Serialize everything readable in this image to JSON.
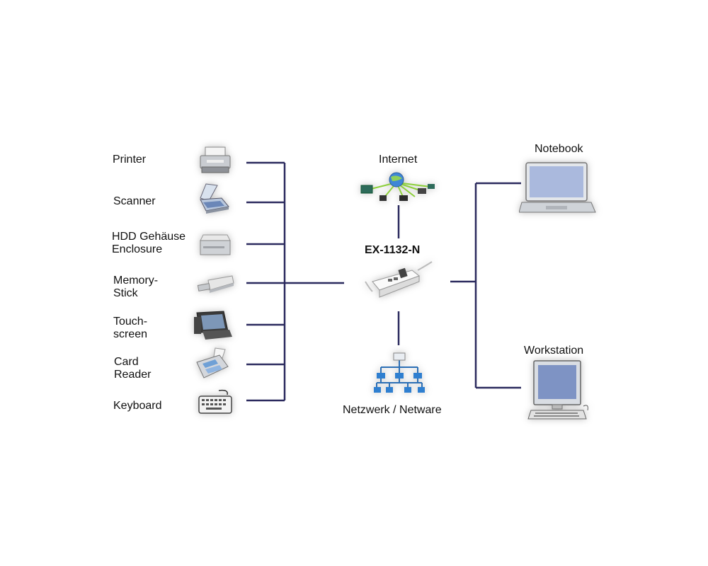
{
  "colors": {
    "line": "#2b2a5e",
    "screen": "#a9b9e0",
    "device": "#d9dde3"
  },
  "devices": [
    {
      "id": "printer",
      "label_lines": [
        "Printer"
      ],
      "icon": "printer-icon"
    },
    {
      "id": "scanner",
      "label_lines": [
        "Scanner"
      ],
      "icon": "scanner-icon"
    },
    {
      "id": "hdd",
      "label_lines": [
        "HDD Gehäuse",
        "Enclosure"
      ],
      "icon": "hdd-enclosure-icon"
    },
    {
      "id": "memory",
      "label_lines": [
        "Memory-",
        "Stick"
      ],
      "icon": "usb-stick-icon"
    },
    {
      "id": "touch",
      "label_lines": [
        "Touch-",
        "screen"
      ],
      "icon": "touchscreen-icon"
    },
    {
      "id": "card",
      "label_lines": [
        "Card",
        "Reader"
      ],
      "icon": "card-reader-icon"
    },
    {
      "id": "keyboard",
      "label_lines": [
        "Keyboard"
      ],
      "icon": "keyboard-icon"
    }
  ],
  "center": {
    "label": "EX-1132-N",
    "icon": "usb-server-icon"
  },
  "internet": {
    "label": "Internet",
    "icon": "internet-globe-icon"
  },
  "network": {
    "label": "Netzwerk / Netware",
    "icon": "network-tree-icon"
  },
  "notebook": {
    "label": "Notebook",
    "icon": "notebook-icon"
  },
  "workstation": {
    "label": "Workstation",
    "icon": "workstation-icon"
  }
}
